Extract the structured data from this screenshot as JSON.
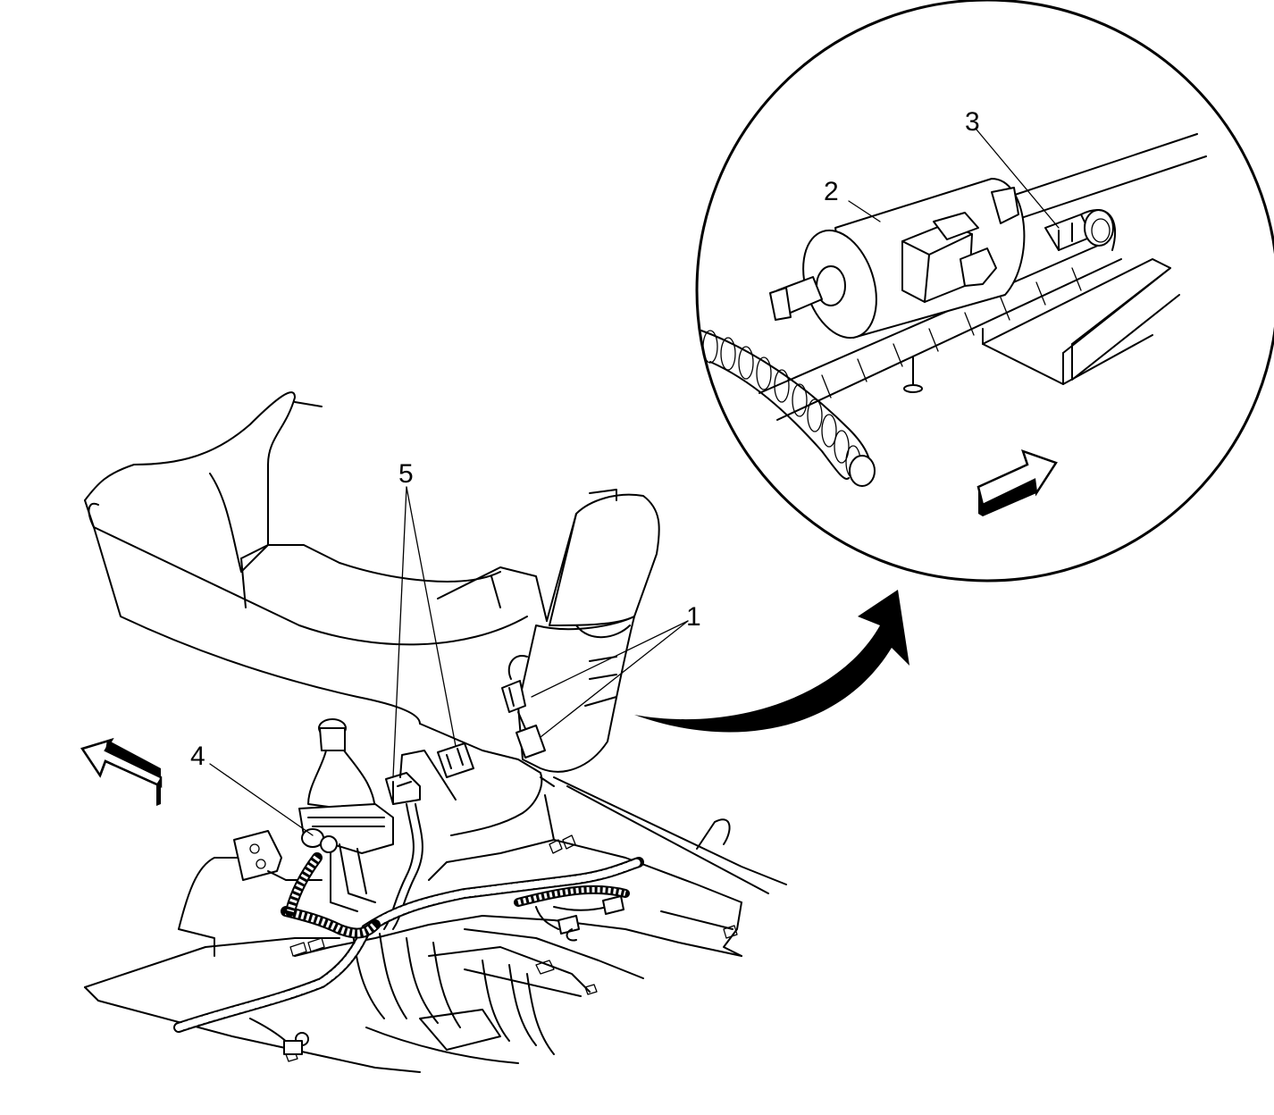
{
  "callouts": [
    {
      "id": "c1",
      "text": "1"
    },
    {
      "id": "c2",
      "text": "2"
    },
    {
      "id": "c3",
      "text": "3"
    },
    {
      "id": "c4",
      "text": "4"
    },
    {
      "id": "c5",
      "text": "5"
    }
  ],
  "icons": {
    "forward_arrow_main": "forward-arrow-icon",
    "forward_arrow_detail": "forward-arrow-icon",
    "detail_pointer": "curved-arrow-icon"
  }
}
